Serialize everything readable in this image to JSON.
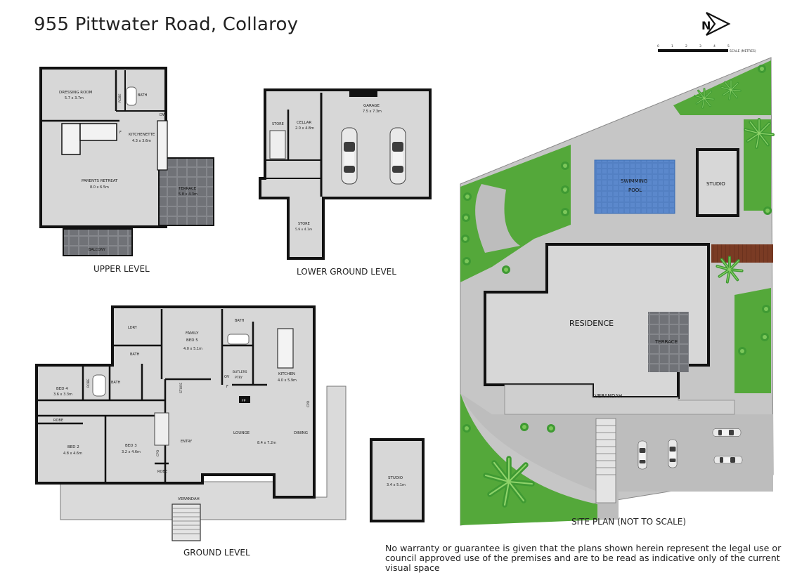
{
  "title": "955 Pittwater Road, Collaroy",
  "compass": {
    "letter": "N"
  },
  "scale_bar": {
    "ticks": [
      "0",
      "1",
      "2",
      "3",
      "4",
      "5"
    ],
    "label": "SCALE (METRES)"
  },
  "levels": {
    "upper": {
      "caption": "UPPER LEVEL",
      "rooms": {
        "dressing": {
          "name": "DRESSING ROOM",
          "size": "5.7 x 3.7m"
        },
        "bath": "BATH",
        "robe": "ROBE",
        "dw": "DW",
        "f": "F",
        "kitchenette": {
          "name": "KITCHENETTE",
          "size": "4.3 x 3.6m"
        },
        "retreat": {
          "name": "PARENTS RETREAT",
          "size": "8.0 x 6.5m"
        },
        "terrace": {
          "name": "TERRACE",
          "size": "5.8 x 4.3m"
        },
        "balcony": "BALCONY"
      }
    },
    "lower": {
      "caption": "LOWER GROUND LEVEL",
      "rooms": {
        "garage": {
          "name": "GARAGE",
          "size": "7.5 x 7.3m"
        },
        "store1": "STORE",
        "cellar": {
          "name": "CELLAR",
          "size": "2.0 x 4.8m"
        },
        "store2": {
          "name": "STORE",
          "size": "5.9 x 4.1m"
        }
      }
    },
    "ground": {
      "caption": "GROUND LEVEL",
      "rooms": {
        "ldry": "LDRY",
        "bath1": "BATH",
        "bath2": "BATH",
        "bath3": "BATH",
        "family": {
          "name": "FAMILY",
          "name2": "BED 5",
          "size": "4.0 x 5.1m"
        },
        "kitchen": {
          "name": "KITCHEN",
          "size": "4.0 x 5.9m"
        },
        "butlers": {
          "name": "BUTLERS",
          "name2": "PTRY"
        },
        "ov": "OV",
        "f": "F",
        "bed4": {
          "name": "BED 4",
          "size": "3.6 x 3.3m"
        },
        "robe1": "ROBE",
        "robe2": "ROBE",
        "robe3": "ROBE",
        "bed2": {
          "name": "BED 2",
          "size": "4.8 x 4.6m"
        },
        "bed3": {
          "name": "BED 3",
          "size": "3.2 x 4.6m"
        },
        "store": "STORE",
        "entry": "ENTRY",
        "cpd1": "CPD",
        "cpd2": "CPD",
        "fp": "FP",
        "lounge": "LOUNGE",
        "loungeSize": "8.4 x 7.2m",
        "dining": "DINING",
        "verandah": "VERANDAH"
      }
    },
    "studio": {
      "name": "STUDIO",
      "size": "3.4 x 5.1m"
    }
  },
  "site_plan": {
    "caption": "SITE PLAN (NOT TO SCALE)",
    "labels": {
      "pool": "SWIMMING",
      "pool2": "POOL",
      "studio": "STUDIO",
      "residence": "RESIDENCE",
      "terrace": "TERRACE",
      "verandah": "VERANDAH"
    }
  },
  "disclaimer": "No warranty or guarantee is given that the plans shown herein represent the legal use or council approved use of the premises and are to be read as indicative only of the current visual space",
  "colors": {
    "wall": "#111111",
    "floor": "#d6d6d6",
    "tile": "#6f7176",
    "lawn": "#54a83a",
    "pool": "#5b88cc",
    "path": "#bcbcbc"
  }
}
